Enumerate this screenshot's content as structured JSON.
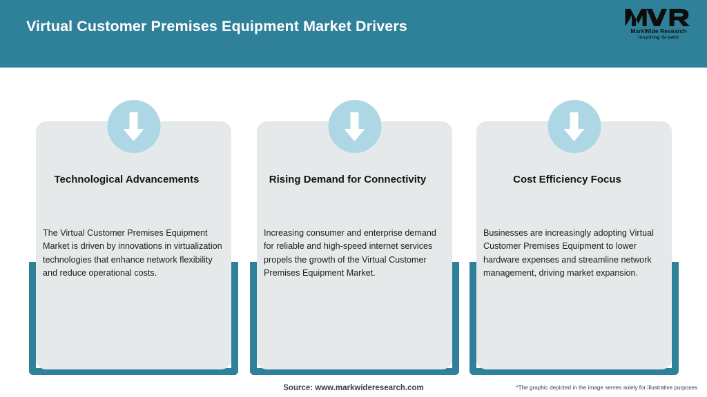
{
  "header": {
    "title": "Virtual Customer Premises Equipment Market Drivers",
    "background_color": "#2E8198",
    "title_color": "#FFFFFF"
  },
  "logo": {
    "monogram": "MWR",
    "name": "MarkWide Research",
    "tagline": "Inspiring Growth"
  },
  "cards": [
    {
      "icon": "down-arrow-icon",
      "title": "Technological Advancements",
      "body": "The Virtual Customer Premises Equipment Market is driven by innovations in virtualization technologies that enhance network flexibility and reduce operational costs."
    },
    {
      "icon": "down-arrow-icon",
      "title": "Rising Demand for Connectivity",
      "body": "Increasing consumer and enterprise demand for reliable and high-speed internet services propels the growth of the Virtual Customer Premises Equipment Market."
    },
    {
      "icon": "down-arrow-icon",
      "title": "Cost Efficiency Focus",
      "body": "Businesses are increasingly adopting Virtual Customer Premises Equipment to lower hardware expenses and streamline network management, driving market expansion."
    }
  ],
  "footer": {
    "source": "Source: www.markwideresearch.com",
    "disclaimer": "*The graphic depicted in the image serves solely for illustrative purposes"
  },
  "theme": {
    "accent_teal": "#2E8198",
    "panel_grey": "#E6E9EA",
    "badge_blue": "#AED7E5",
    "arrow_white": "#FFFFFF"
  }
}
